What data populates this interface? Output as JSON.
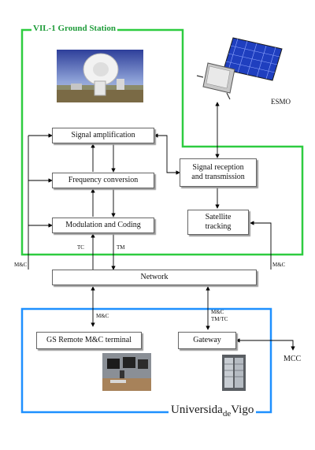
{
  "ground_station": {
    "title": "VIL-1 Ground Station"
  },
  "satellite": {
    "label": "ESMO"
  },
  "blocks": {
    "signal_amplification": "Signal amplification",
    "frequency_conversion": "Frequency conversion",
    "modulation_coding": "Modulation and Coding",
    "signal_reception_line1": "Signal reception",
    "signal_reception_line2": "and transmission",
    "satellite_tracking_line1": "Satellite",
    "satellite_tracking_line2": "tracking",
    "network": "Network",
    "gs_remote": "GS Remote M&C terminal",
    "gateway": "Gateway"
  },
  "labels": {
    "tc": "TC",
    "tm": "TM",
    "mc_left": "M&C",
    "mc_right": "M&C",
    "mc_remote": "M&C",
    "mc_gateway": "M&C",
    "tmtc_gateway": "TM/TC",
    "mcc": "MCC"
  },
  "university": {
    "part1": "Universida",
    "part2": "de",
    "part3": "Vigo"
  },
  "colors": {
    "ground_station_border": "#2ecc40",
    "university_border": "#1e90ff"
  }
}
